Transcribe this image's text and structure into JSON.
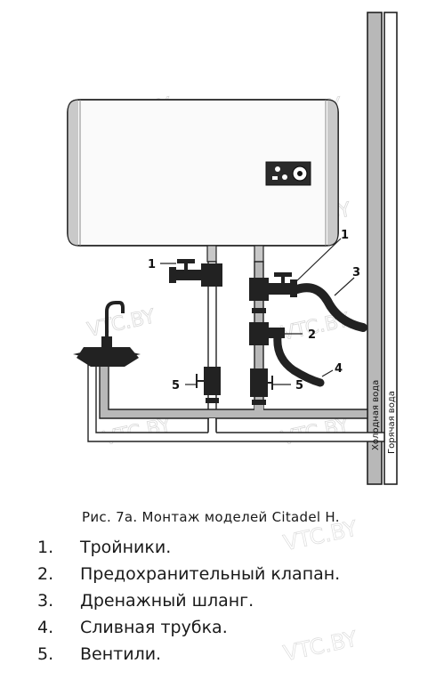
{
  "callouts": {
    "c1_left": "1",
    "c1_right": "1",
    "c2": "2",
    "c3": "3",
    "c4": "4",
    "c5_left": "5",
    "c5_right": "5"
  },
  "pipe_labels": {
    "cold_water": "Холодная вода",
    "hot_water": "Горячая вода"
  },
  "watermark": "VTC.BY",
  "caption": "Рис. 7а. Монтаж моделей Citadel H.",
  "legend": [
    {
      "num": "1.",
      "text": "Тройники."
    },
    {
      "num": "2.",
      "text": "Предохранительный клапан."
    },
    {
      "num": "3.",
      "text": "Дренажный шланг."
    },
    {
      "num": "4.",
      "text": "Сливная трубка."
    },
    {
      "num": "5.",
      "text": "Вентили."
    }
  ]
}
